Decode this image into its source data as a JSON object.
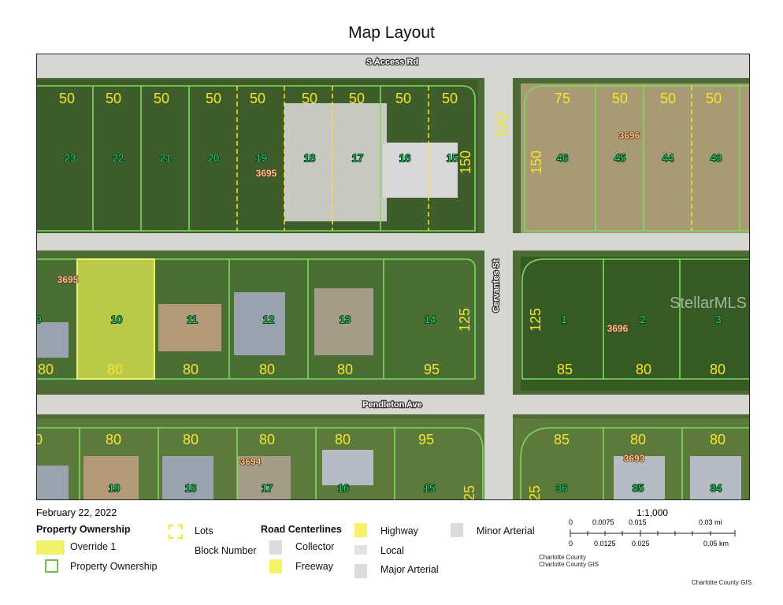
{
  "title": "Map Layout",
  "date": "February 22, 2022",
  "map": {
    "roads": {
      "s_access": "S Access Rd",
      "pendleton": "Pendleton Ave",
      "cervantes": "Cervantes St"
    },
    "lot_numbers": [
      "23",
      "22",
      "21",
      "20",
      "19",
      "18",
      "17",
      "16",
      "15",
      "46",
      "45",
      "44",
      "43",
      "9",
      "10",
      "11",
      "12",
      "13",
      "14",
      "1",
      "2",
      "3",
      "19",
      "18",
      "17",
      "16",
      "15",
      "36",
      "35",
      "34"
    ],
    "frontages": [
      "50",
      "50",
      "50",
      "50",
      "50",
      "50",
      "50",
      "50",
      "50",
      "75",
      "50",
      "50",
      "50",
      "(50)",
      "150",
      "150",
      "80",
      "80",
      "80",
      "80",
      "80",
      "95",
      "125",
      "85",
      "80",
      "80",
      "125",
      "0",
      "80",
      "80",
      "80",
      "80",
      "95",
      "85",
      "80",
      "80",
      "25",
      "25"
    ],
    "block_numbers": [
      "3695",
      "3696",
      "3695",
      "3696",
      "3694",
      "3693"
    ],
    "watermark": "StellarMLS",
    "colors": {
      "lot_line": "#7ddc5a",
      "frontage": "#f5e62a",
      "lot_number": "#2ecc71",
      "block_number": "#f4c28a",
      "override": "#eef26a"
    }
  },
  "legend": {
    "property_ownership_title": "Property Ownership",
    "override": "Override 1",
    "property_ownership": "Property Ownership",
    "lots": "Lots",
    "block_number": "Block Number",
    "road_title": "Road Centerlines",
    "collector": "Collector",
    "freeway": "Freeway",
    "highway": "Highway",
    "local": "Local",
    "major_arterial": "Major Arterial",
    "minor_arterial": "Minor Arterial"
  },
  "scale": {
    "ratio": "1:1,000",
    "mi_ticks": [
      "0",
      "0.0075",
      "0.015",
      "0.03 mi"
    ],
    "km_ticks": [
      "0",
      "0.0125",
      "0.025",
      "0.05 km"
    ]
  },
  "credits": {
    "line1": "Charlotte County",
    "line2": "Charlotte County GIS",
    "footer": "Charlotte County GIS"
  }
}
